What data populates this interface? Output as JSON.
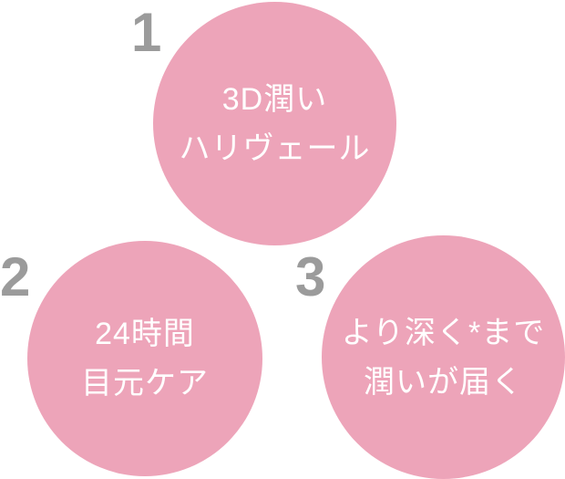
{
  "colors": {
    "circle_fill": "#eda4b9",
    "circle_text": "#ffffff",
    "number_text": "#9b9b9b",
    "background": "#ffffff"
  },
  "items": [
    {
      "number": "1",
      "lines": [
        "3D潤い",
        "ハリヴェール"
      ]
    },
    {
      "number": "2",
      "lines": [
        "24時間",
        "目元ケア"
      ]
    },
    {
      "number": "3",
      "lines": [
        "より深く*まで",
        "潤いが届く"
      ]
    }
  ]
}
